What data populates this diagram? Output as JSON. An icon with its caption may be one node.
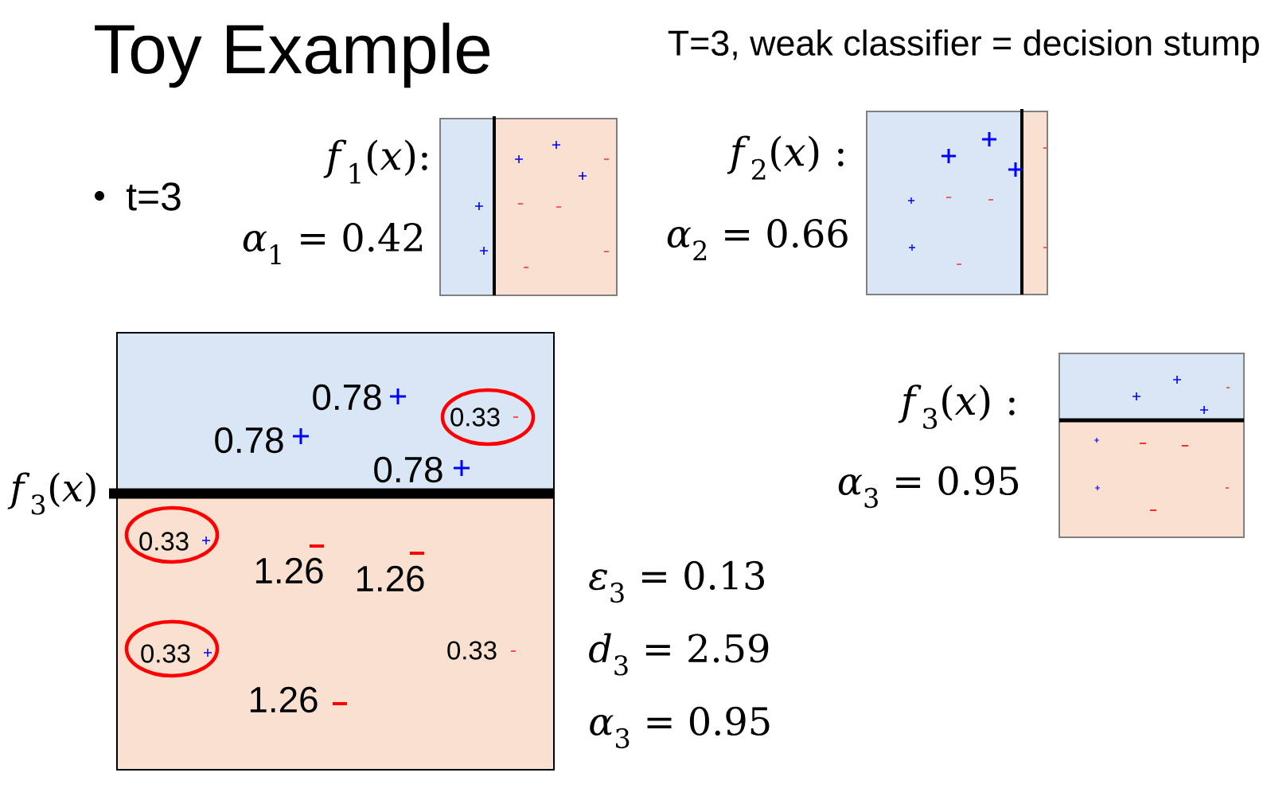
{
  "diagram": {
    "title": "Toy Example",
    "labels": [
      "T=3, weak classifier = decision stump",
      "t=3",
      "*f*$_{1}$(*x*):",
      "*α*$_{1}$ = 0.42",
      "*f*$_{2}$(*x*) :",
      "*α*$_{2}$ = 0.66",
      "0.78",
      "0.33",
      "0.78",
      "0.78",
      "*f*$_{3}$(*x*)",
      "0.33",
      "1.26",
      "1.26",
      "0.33",
      "0.33",
      "1.26",
      "*f*$_{3}$(*x*) :",
      "*α*$_{3}$ = 0.95",
      "*ε*$_{3}$ = 0.13",
      "*d*$_{3}$ = 2.59",
      "*α*$_{3}$ = 0.95"
    ]
  }
}
